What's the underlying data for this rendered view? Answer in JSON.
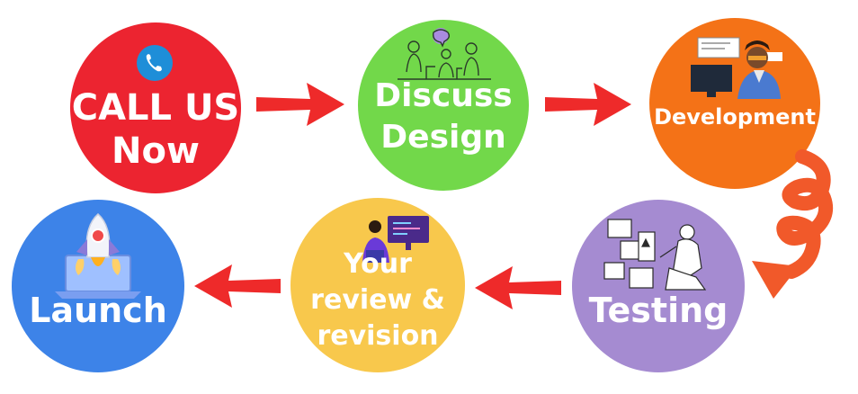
{
  "colors": {
    "call": "#ec2430",
    "discuss": "#72d84a",
    "development": "#f47217",
    "testing": "#a58bd1",
    "review": "#f8c84c",
    "launch": "#3d83e8",
    "arrow": "#ee2a2a",
    "curl": "#f1592a"
  },
  "steps": {
    "call": {
      "line1": "CALL US",
      "line2": "Now",
      "icon": "phone-icon"
    },
    "discuss": {
      "line1": "Discuss",
      "line2": "Design",
      "icon": "meeting-illustration"
    },
    "development": {
      "line1": "Development",
      "icon": "developer-illustration"
    },
    "testing": {
      "line1": "Testing",
      "icon": "testing-illustration"
    },
    "review": {
      "line1": "Your",
      "line2": "review &",
      "line3": "revision",
      "icon": "reviewer-illustration"
    },
    "launch": {
      "line1": "Launch",
      "icon": "rocket-laptop-illustration"
    }
  }
}
